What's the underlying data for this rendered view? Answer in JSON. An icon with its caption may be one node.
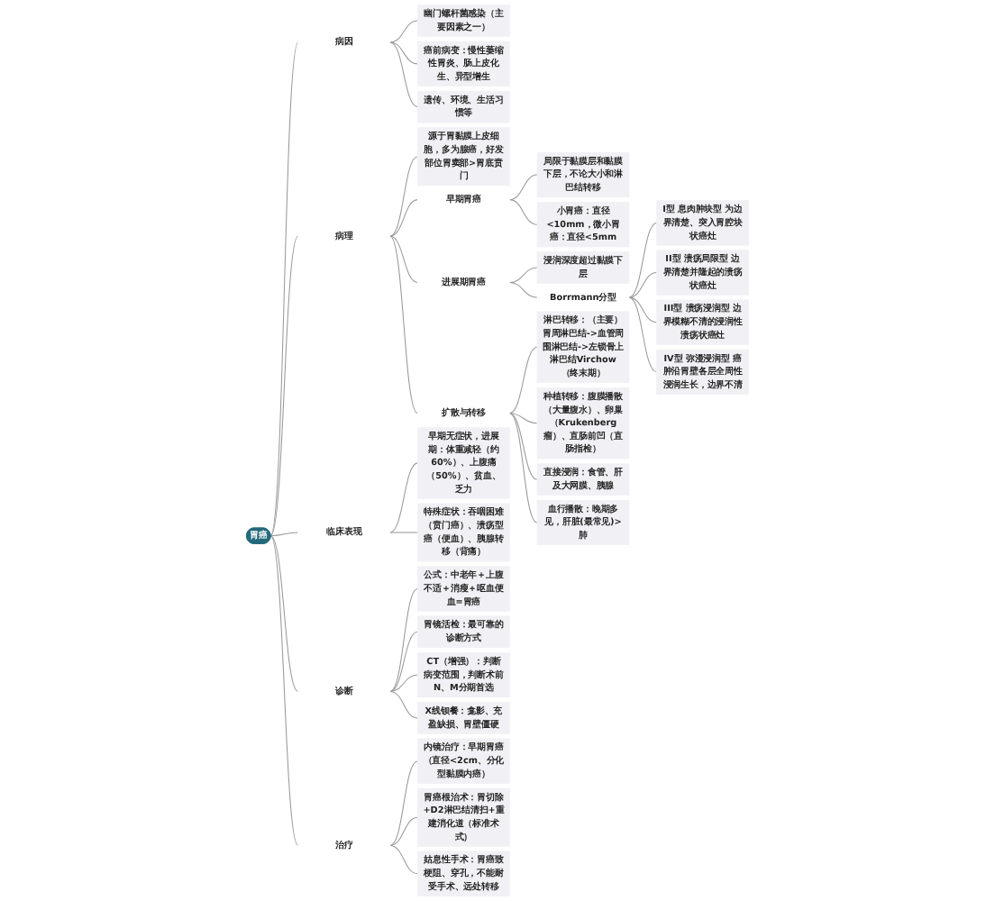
{
  "diagram": {
    "nodes": [
      {
        "text": [
          "胃癌"
        ]
      },
      {
        "text": [
          "病因"
        ]
      },
      {
        "text": [
          "幽门螺杆菌感染（主要因素之一）"
        ]
      },
      {
        "text": [
          "癌前病变：慢性萎缩性胃炎、肠上皮化生、异型增生"
        ]
      },
      {
        "text": [
          "遗传、环境、生活习惯等"
        ]
      },
      {
        "text": [
          "病理"
        ]
      },
      {
        "text": [
          "源于胃黏膜上皮细胞，多为腺癌，好发部位胃窦部>胃底贲门"
        ]
      },
      {
        "text": [
          "早期胃癌"
        ]
      },
      {
        "text": [
          "局限于黏膜层和黏膜下层，不论大小和淋巴结转移"
        ]
      },
      {
        "text": [
          "小胃癌：直径<10mm，微小胃癌：直径<5mm"
        ]
      },
      {
        "text": [
          "进展期胃癌"
        ]
      },
      {
        "text": [
          "浸润深度超过黏膜下层"
        ]
      },
      {
        "text": [
          "Borrmann分型"
        ]
      },
      {
        "text": [
          "I型 息肉肿块型 为边界清楚、突入胃腔块状癌灶"
        ]
      },
      {
        "text": [
          "II型 溃疡局限型 边界清楚并隆起的溃疡状癌灶"
        ]
      },
      {
        "text": [
          "III型 溃疡浸润型 边界模糊不清的浸润性溃疡状癌灶"
        ]
      },
      {
        "text": [
          "IV型 弥漫浸润型 癌肿沿胃壁各层全周性浸润生长，边界不清"
        ]
      },
      {
        "text": [
          "扩散与转移"
        ]
      },
      {
        "text": [
          "淋巴转移：（主要）胃周淋巴结->血管周围淋巴结->左锁骨上淋巴结Virchow（终末期）"
        ]
      },
      {
        "text": [
          "种植转移：腹膜播散（大量腹水）、卵巢（Krukenberg瘤）、直肠前凹（直肠指检）"
        ]
      },
      {
        "text": [
          "直接浸润：食管、肝及大网膜、胰腺"
        ]
      },
      {
        "text": [
          "血行播散：晚期多见，肝脏(最常见)>肺"
        ]
      },
      {
        "text": [
          "临床表现"
        ]
      },
      {
        "text": [
          "早期无症状，进展期：体重减轻（约60%）、上腹痛（50%）、贫血、乏力"
        ]
      },
      {
        "text": [
          "特殊症状：吞咽困难（贲门癌）、溃疡型癌（便血）、胰腺转移（背痛）"
        ]
      },
      {
        "text": [
          "诊断"
        ]
      },
      {
        "text": [
          "公式：中老年＋上腹不适＋消瘦＋呕血便血=胃癌"
        ]
      },
      {
        "text": [
          "胃镜活检：最可靠的诊断方式"
        ]
      },
      {
        "text": [
          "CT（增强）：判断病变范围，判断术前N、M分期首选"
        ]
      },
      {
        "text": [
          "X线钡餐：龛影、充盈缺损、胃壁僵硬"
        ]
      },
      {
        "text": [
          "治疗"
        ]
      },
      {
        "text": [
          "内镜治疗：早期胃癌（直径<2cm、分化型黏膜内癌）"
        ]
      },
      {
        "text": [
          "胃癌根治术：胃切除+D2淋巴结清扫+重建消化道（标准术式）"
        ]
      },
      {
        "text": [
          "姑息性手术：胃癌致梗阻、穿孔，不能耐受手术、远处转移"
        ]
      }
    ],
    "edges": [
      {
        "from": 0,
        "to": 1,
        "arrow": "none"
      },
      {
        "from": 1,
        "to": 2,
        "arrow": "none"
      },
      {
        "from": 1,
        "to": 3,
        "arrow": "none"
      },
      {
        "from": 1,
        "to": 4,
        "arrow": "none"
      },
      {
        "from": 0,
        "to": 5,
        "arrow": "none"
      },
      {
        "from": 5,
        "to": 6,
        "arrow": "none"
      },
      {
        "from": 5,
        "to": 7,
        "arrow": "none"
      },
      {
        "from": 7,
        "to": 8,
        "arrow": "none"
      },
      {
        "from": 7,
        "to": 9,
        "arrow": "none"
      },
      {
        "from": 5,
        "to": 10,
        "arrow": "none"
      },
      {
        "from": 10,
        "to": 11,
        "arrow": "none"
      },
      {
        "from": 10,
        "to": 12,
        "arrow": "none"
      },
      {
        "from": 12,
        "to": 13,
        "arrow": "none"
      },
      {
        "from": 12,
        "to": 14,
        "arrow": "none"
      },
      {
        "from": 12,
        "to": 15,
        "arrow": "none"
      },
      {
        "from": 12,
        "to": 16,
        "arrow": "none"
      },
      {
        "from": 5,
        "to": 17,
        "arrow": "none"
      },
      {
        "from": 17,
        "to": 18,
        "arrow": "none"
      },
      {
        "from": 17,
        "to": 19,
        "arrow": "none"
      },
      {
        "from": 17,
        "to": 20,
        "arrow": "none"
      },
      {
        "from": 17,
        "to": 21,
        "arrow": "none"
      },
      {
        "from": 0,
        "to": 22,
        "arrow": "none"
      },
      {
        "from": 22,
        "to": 23,
        "arrow": "none"
      },
      {
        "from": 22,
        "to": 24,
        "arrow": "none"
      },
      {
        "from": 0,
        "to": 25,
        "arrow": "none"
      },
      {
        "from": 25,
        "to": 26,
        "arrow": "none"
      },
      {
        "from": 25,
        "to": 27,
        "arrow": "none"
      },
      {
        "from": 25,
        "to": 28,
        "arrow": "none"
      },
      {
        "from": 25,
        "to": 29,
        "arrow": "none"
      },
      {
        "from": 0,
        "to": 30,
        "arrow": "none"
      },
      {
        "from": 30,
        "to": 31,
        "arrow": "none"
      },
      {
        "from": 30,
        "to": 32,
        "arrow": "none"
      },
      {
        "from": 30,
        "to": 33,
        "arrow": "none"
      }
    ]
  }
}
